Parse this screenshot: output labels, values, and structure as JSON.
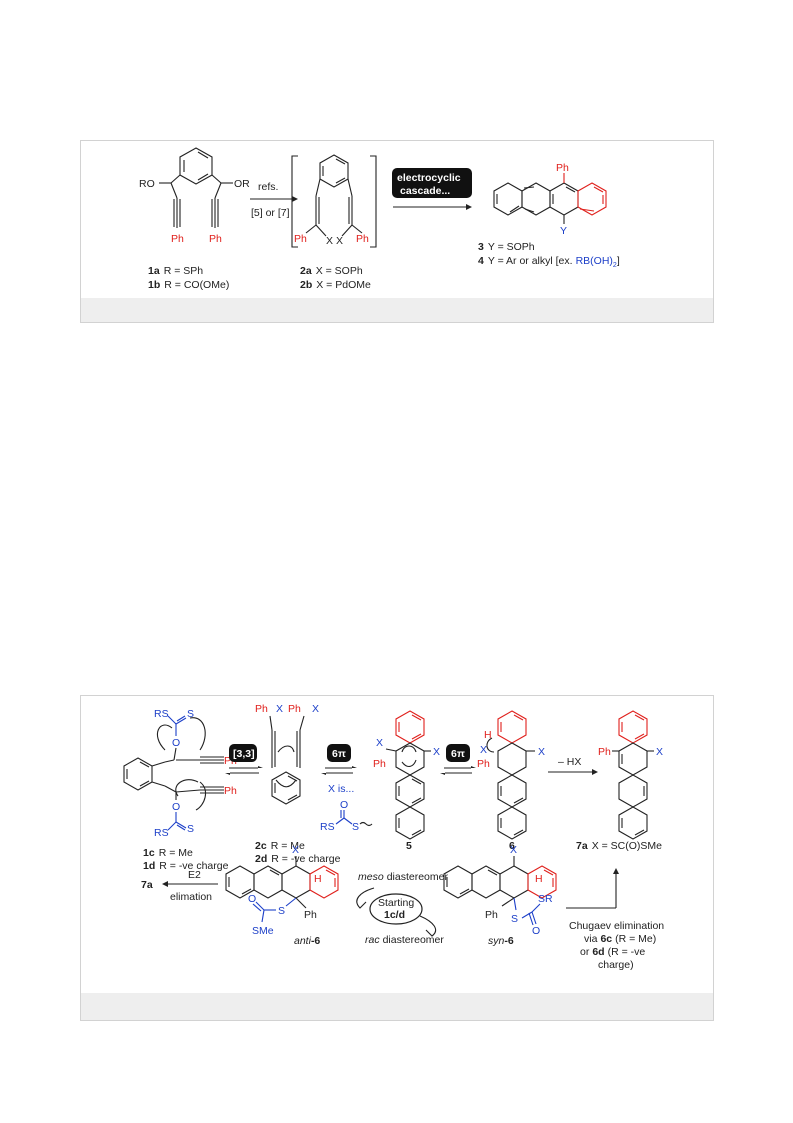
{
  "scheme1": {
    "start_ro_left": "RO",
    "start_ro_right": "OR",
    "start_ph_left": "Ph",
    "start_ph_right": "Ph",
    "arrow_top": "refs.",
    "arrow_bottom": "[5] or [7]",
    "inter_ph_left": "Ph",
    "inter_x_left": "X",
    "inter_x_right": "X",
    "inter_ph_right": "Ph",
    "badge_line1": "electrocyclic",
    "badge_line2": "cascade...",
    "prod_ph": "Ph",
    "prod_y": "Y",
    "label_1a_num": "1a",
    "label_1a_text": "R = SPh",
    "label_1b_num": "1b",
    "label_1b_text": "R = CO(OMe)",
    "label_2a_num": "2a",
    "label_2a_text": "X = SOPh",
    "label_2b_num": "2b",
    "label_2b_text": "X = PdOMe",
    "label_3_num": "3",
    "label_3_text": "Y = SOPh",
    "label_4_num": "4",
    "label_4_text": "Y = Ar or alkyl [ex.",
    "label_4_reagent": "RB(OH)",
    "label_4_sub": "2",
    "label_4_close": "]"
  },
  "scheme2": {
    "rs_top": "RS",
    "s_top": "S",
    "o_top": "O",
    "ph_top": "Ph",
    "ph_bottom": "Ph",
    "o_bottom": "O",
    "rs_bottom": "RS",
    "s_bottom": "S",
    "badge_33": "[3,3]",
    "badge_6pi_1": "6π",
    "badge_6pi_2": "6π",
    "int_ph1": "Ph",
    "int_x1": "X",
    "int_ph2": "Ph",
    "int_x2": "X",
    "x_is": "X is...",
    "xis_o": "O",
    "xis_rs": "RS",
    "xis_s": "S",
    "c5_x1": "X",
    "c5_ph": "Ph",
    "c5_x2": "X",
    "c6_h": "H",
    "c6_x1": "X",
    "c6_ph": "Ph",
    "c6_x2": "X",
    "minus_hx": "– HX",
    "c7_ph": "Ph",
    "c7_x": "X",
    "label_1c_num": "1c",
    "label_1c_text": "R = Me",
    "label_1d_num": "1d",
    "label_1d_text": "R = -ve charge",
    "label_2c_num": "2c",
    "label_2c_text": "R = Me",
    "label_2d_num": "2d",
    "label_2d_text": "R = -ve charge",
    "label_5": "5",
    "label_6": "6",
    "label_7a_num": "7a",
    "label_7a_text": "X = SC(O)SMe",
    "e2": "E2",
    "elimation": "elimation",
    "label_7a_left": "7a",
    "anti_x": "X",
    "anti_h": "H",
    "anti_s": "S",
    "anti_ph": "Ph",
    "anti_o": "O",
    "anti_sme": "SMe",
    "anti_label_pre": "anti",
    "anti_label_num": "-6",
    "meso_it": "meso",
    "meso_text": "diastereomer",
    "starting": "Starting",
    "starting_num": "1c/d",
    "rac_it": "rac",
    "rac_text": "diastereomer",
    "syn_x": "X",
    "syn_h": "H",
    "syn_ph": "Ph",
    "syn_s": "S",
    "syn_sr": "SR",
    "syn_o": "O",
    "syn_label_pre": "syn",
    "syn_label_num": "-6",
    "chugaev_1": "Chugaev elimination",
    "chugaev_2a": "via",
    "chugaev_2b": "6c",
    "chugaev_2c": "(R = Me)",
    "chugaev_3a": "or",
    "chugaev_3b": "6d",
    "chugaev_3c": "(R = -ve",
    "chugaev_4": "charge)"
  }
}
